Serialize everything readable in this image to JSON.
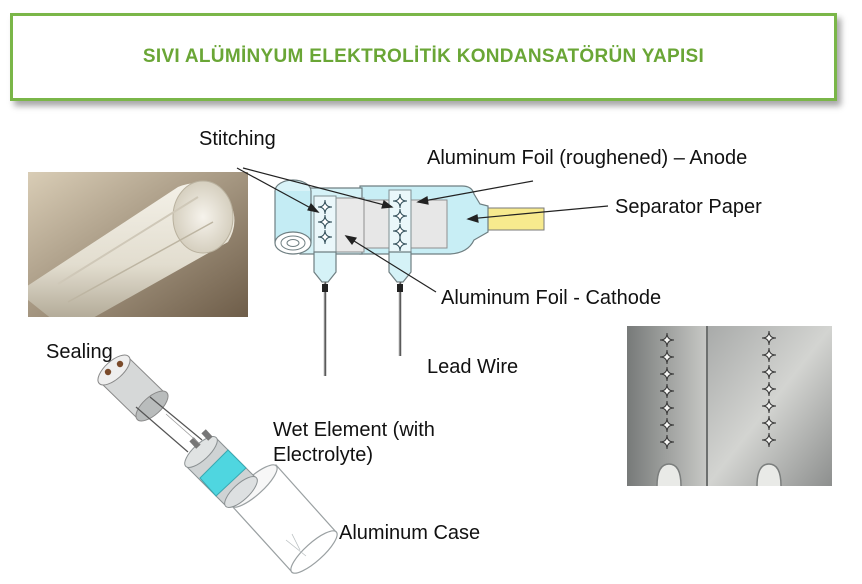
{
  "title": "SIVI ALÜMİNYUM ELEKTROLİTİK KONDANSATÖRÜN YAPISI",
  "labels": {
    "stitching": "Stitching",
    "anode_foil": "Aluminum Foil (roughened) – Anode",
    "separator": "Separator Paper",
    "cathode_foil": "Aluminum Foil - Cathode",
    "lead_wire": "Lead Wire",
    "sealing": "Sealing",
    "wet_element": "Wet Element (with Electrolyte)",
    "case": "Aluminum Case"
  },
  "colors": {
    "title_green": "#6aa636",
    "border_green": "#7ab648",
    "foil_cyan": "#bfe9f2",
    "separator_yellow": "#f5e88c",
    "electrolyte_cyan": "#4fd6e0"
  }
}
